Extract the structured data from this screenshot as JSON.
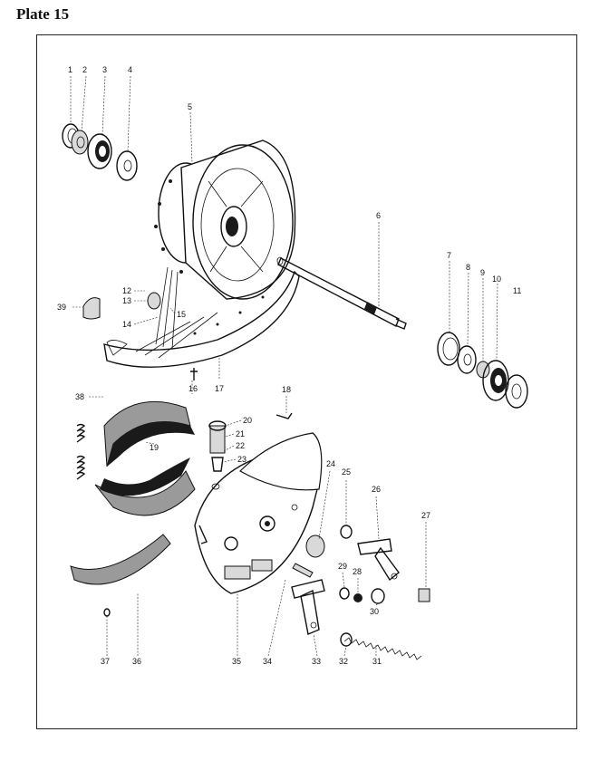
{
  "plate": {
    "title": "Plate 15"
  },
  "labels": {
    "l1": "1",
    "l2": "2",
    "l3": "3",
    "l4": "4",
    "l5": "5",
    "l6": "6",
    "l7": "7",
    "l8": "8",
    "l9": "9",
    "l10": "10",
    "l11": "11",
    "l12": "12",
    "l13": "13",
    "l14": "14",
    "l15": "15",
    "l16": "16",
    "l17": "17",
    "l18": "18",
    "l19": "19",
    "l20": "20",
    "l21": "21",
    "l22": "22",
    "l23": "23",
    "l24": "24",
    "l25": "25",
    "l26": "26",
    "l27": "27",
    "l28": "28",
    "l29": "29",
    "l30": "30",
    "l31": "31",
    "l32": "32",
    "l33": "33",
    "l34": "34",
    "l35": "35",
    "l36": "36",
    "l37": "37",
    "l38": "38",
    "l39": "39"
  }
}
